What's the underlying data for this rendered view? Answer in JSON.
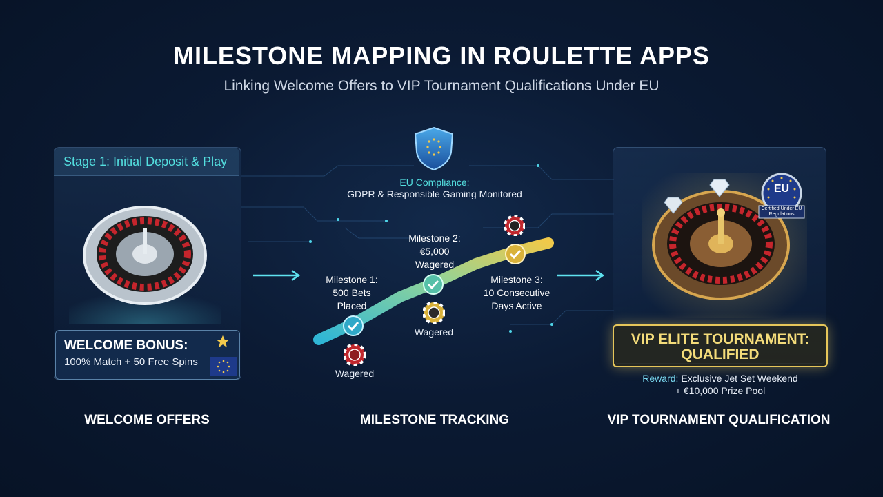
{
  "header": {
    "title": "MILESTONE MAPPING IN ROULETTE APPS",
    "subtitle": "Linking Welcome Offers to VIP Tournament Qualifications Under EU"
  },
  "welcome": {
    "stage_label": "Stage 1: Initial Deposit & Play",
    "bonus_title": "WELCOME BONUS:",
    "bonus_detail": "100% Match + 50 Free Spins",
    "column_label": "WELCOME OFFERS"
  },
  "tracking": {
    "compliance_title": "EU Compliance:",
    "compliance_detail": "GDPR & Responsible Gaming Monitored",
    "milestone1": [
      "Milestone 1:",
      "500 Bets",
      "Placed"
    ],
    "milestone2": [
      "Milestone 2:",
      "€5,000",
      "Wagered"
    ],
    "milestone3": [
      "Milestone 3:",
      "10 Consecutive",
      "Days Active"
    ],
    "chip_label_1": "Wagered",
    "chip_label_2": "Wagered",
    "column_label": "MILESTONE TRACKING"
  },
  "vip": {
    "eu_badge": "EU",
    "badge_caption": "Certified Under EU Regulations",
    "line1": "VIP ELITE TOURNAMENT:",
    "line2": "QUALIFIED",
    "reward_label": "Reward:",
    "reward_line1": "Exclusive Jet Set Weekend",
    "reward_line2": "+ €10,000 Prize Pool",
    "column_label": "VIP TOURNAMENT QUALIFICATION"
  },
  "icons": {
    "shield": "eu-shield-icon",
    "star": "star-icon",
    "check": "checkmark-icon",
    "chip": "casino-chip-icon",
    "arrow": "arrow-right-icon"
  },
  "colors": {
    "accent_cyan": "#54e0e0",
    "gold": "#f4dc7a",
    "track_start": "#2fb6d6",
    "track_end": "#f0c94a"
  }
}
